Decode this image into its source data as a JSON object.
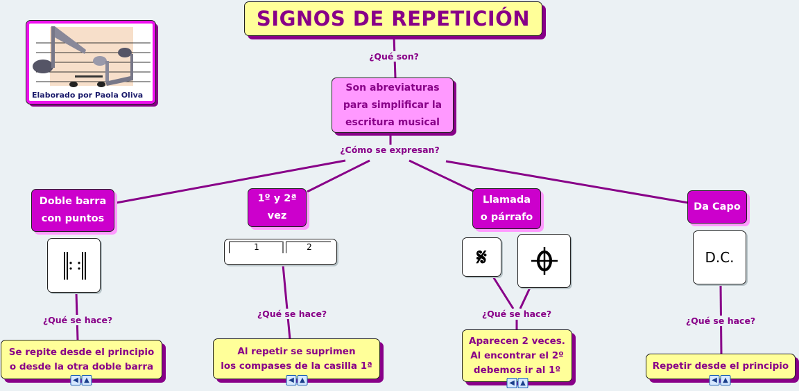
{
  "title": "SIGNOS DE REPETICIÓN",
  "logo": {
    "credit": "Elaborado por Paola Oliva"
  },
  "links": {
    "que_son": "¿Qué son?",
    "como": "¿Cómo se expresan?",
    "que_hace": "¿Qué se hace?"
  },
  "definition": "Son abreviaturas\npara simplificar la\nescritura musical",
  "categories": [
    {
      "label": "Doble barra\ncon puntos",
      "result": "Se repite desde el principio\no desde la otra doble barra"
    },
    {
      "label": "1º y 2ª\nvez",
      "result": "Al repetir se suprimen\nlos compases de la casilla 1ª",
      "boxes": [
        "1",
        "2"
      ]
    },
    {
      "label": "Llamada\no párrafo",
      "result": "Aparecen 2 veces.\nAl encontrar el 2º\ndebemos ir al 1º"
    },
    {
      "label": "Da Capo",
      "result": "Repetir desde el principio",
      "symbol": "D.C."
    }
  ],
  "colors": {
    "text": "#880088",
    "concept": "#cc00cc",
    "definition": "#ff99ff",
    "result": "#ffff99",
    "background": "#ebf1f4"
  }
}
